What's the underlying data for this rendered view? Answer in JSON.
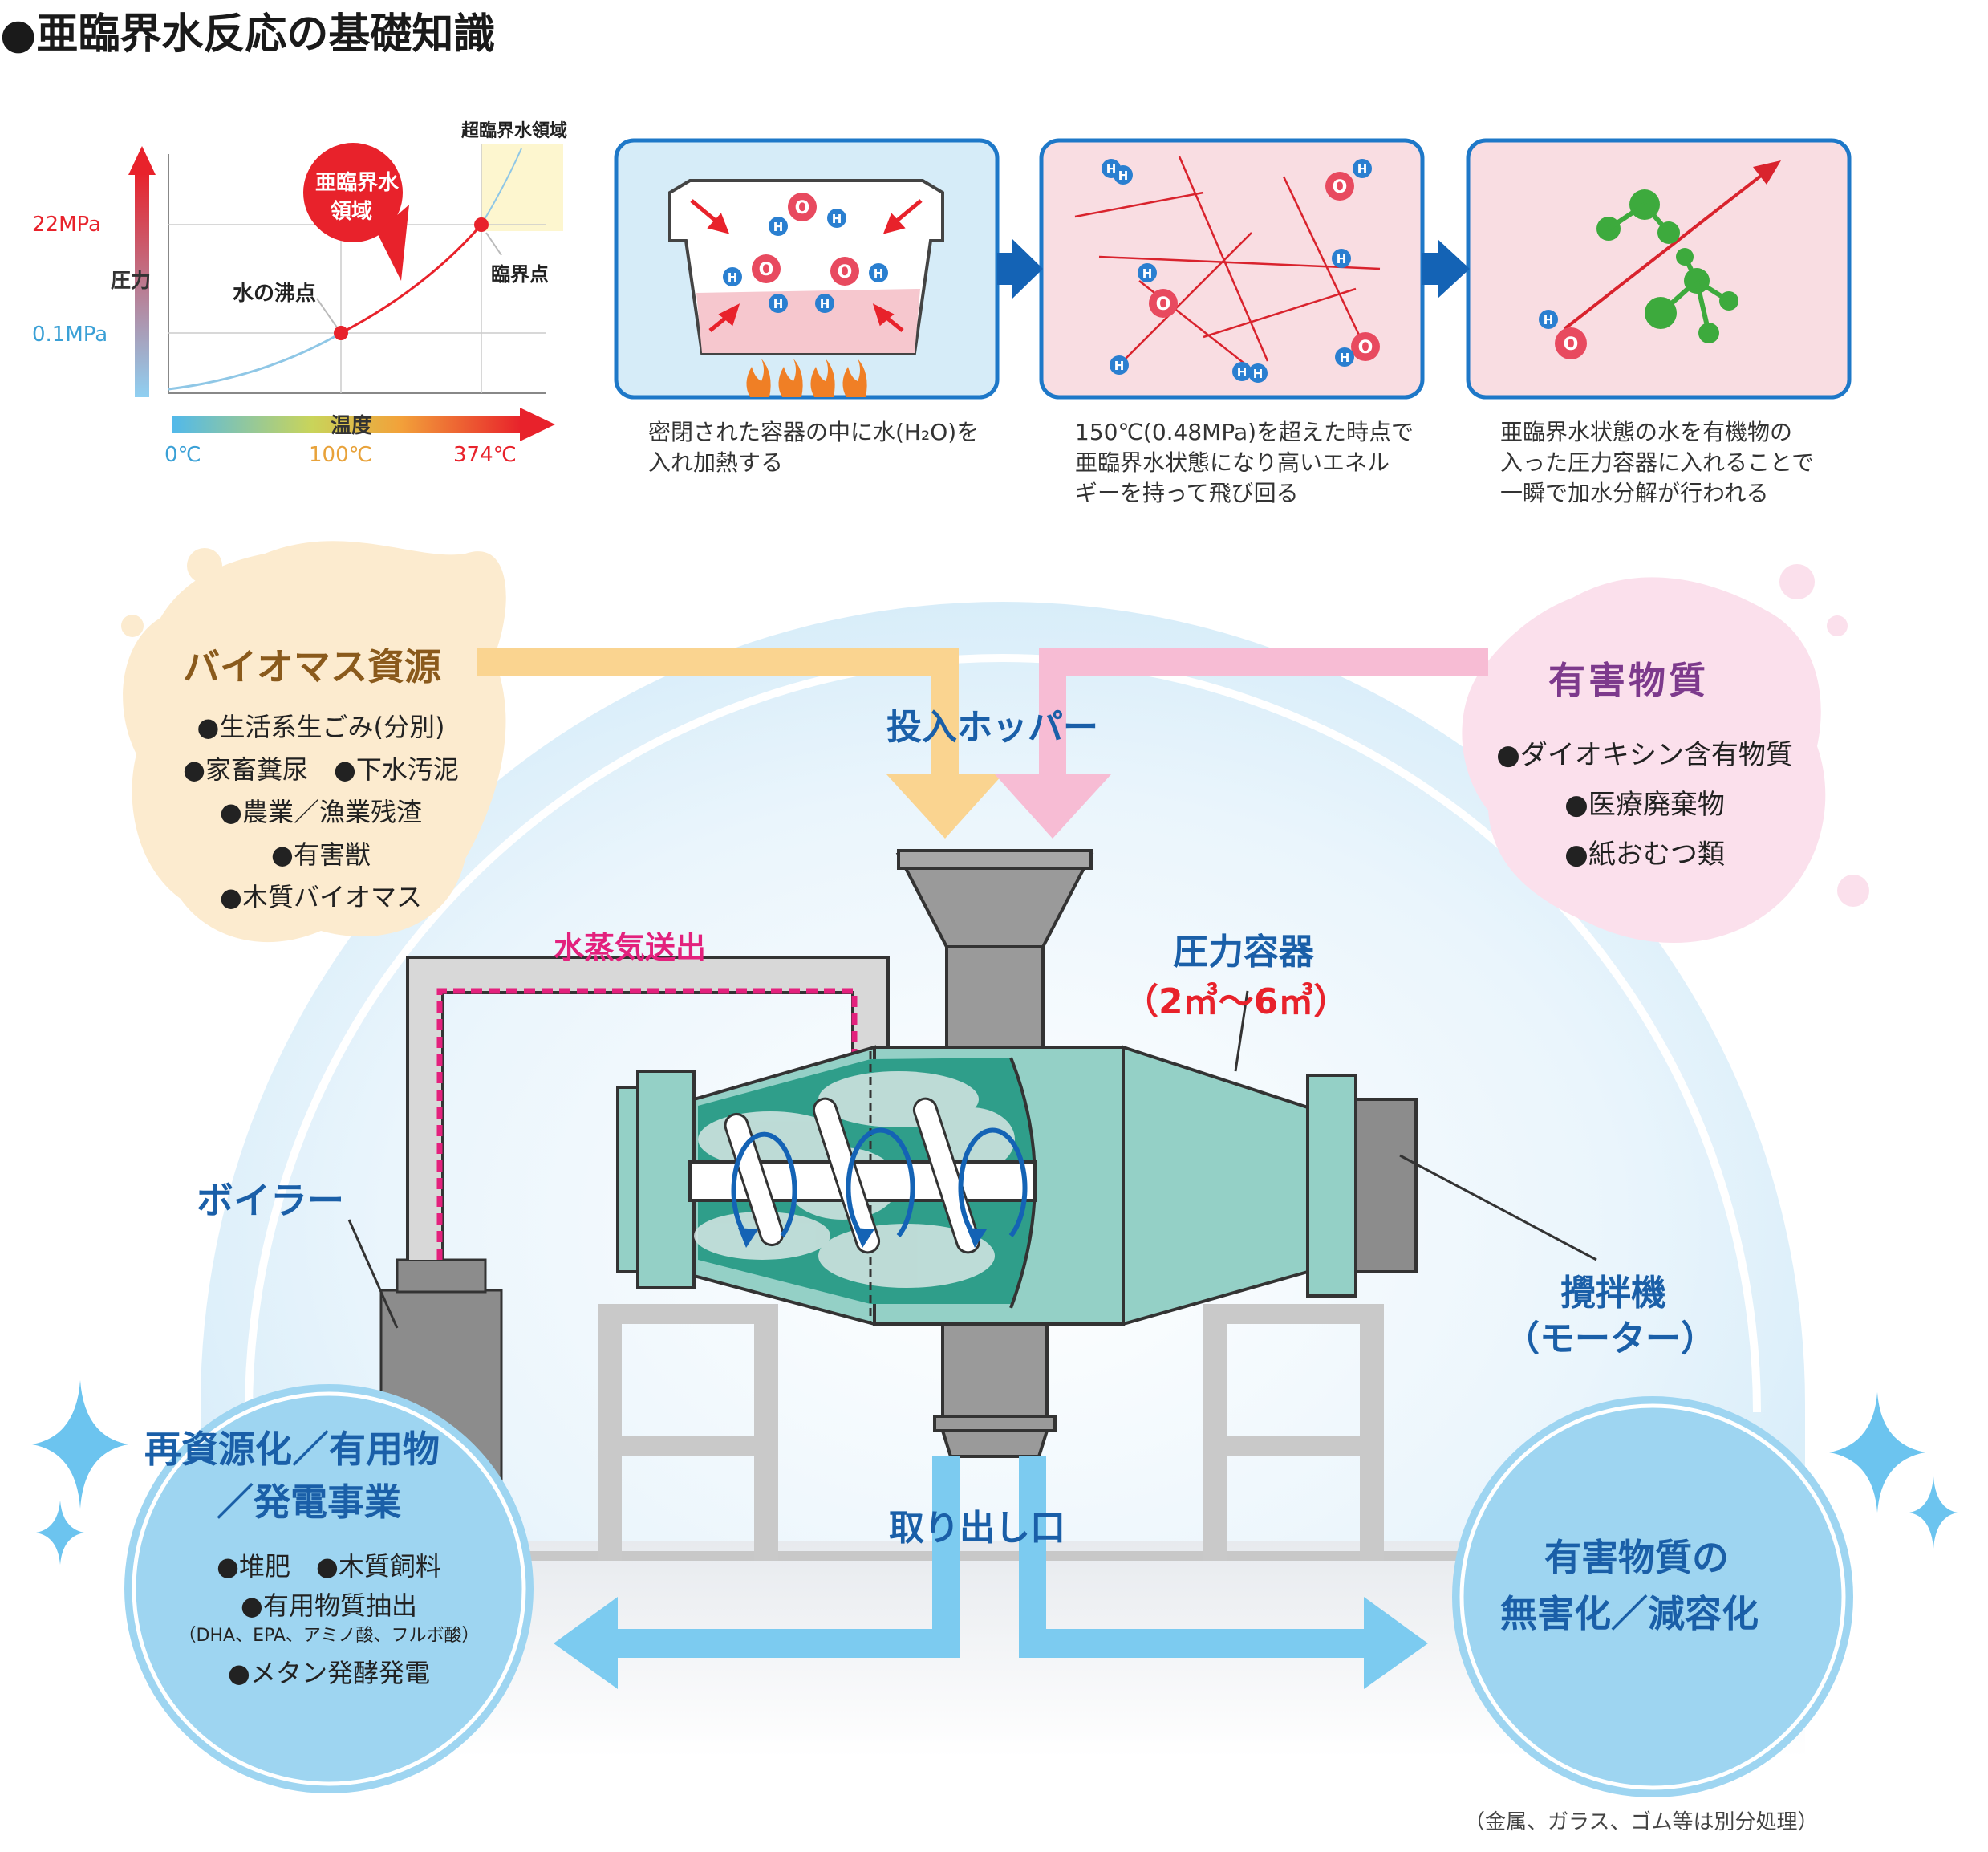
{
  "title": "●亜臨界水反応の基礎知識",
  "phase_diagram": {
    "pressure_label": "圧力",
    "p_high": "22MPa",
    "p_low": "0.1MPa",
    "temp_label": "温度",
    "t0": "0℃",
    "t100": "100℃",
    "t374": "374℃",
    "boiling_point": "水の沸点",
    "critical_point": "臨界点",
    "supercritical_region": "超臨界水領域",
    "subcritical_bubble_line1": "亜臨界水",
    "subcritical_bubble_line2": "領域"
  },
  "steps": [
    {
      "line1": "密閉された容器の中に水(H₂O)を",
      "line2": "入れ加熱する",
      "line3": ""
    },
    {
      "line1": "150℃(0.48MPa)を超えた時点で",
      "line2": "亜臨界水状態になり高いエネル",
      "line3": "ギーを持って飛び回る"
    },
    {
      "line1": "亜臨界水状態の水を有機物の",
      "line2": "入った圧力容器に入れることで",
      "line3": "一瞬で加水分解が行われる"
    }
  ],
  "molecule_letters": {
    "o": "O",
    "h": "H"
  },
  "biomass": {
    "title": "バイオマス資源",
    "items": [
      "●生活系生ごみ(分別)",
      "●家畜糞尿　●下水汚泥",
      "●農業／漁業残渣",
      "●有害獣",
      "●木質バイオマス"
    ]
  },
  "harmful": {
    "title": "有害物質",
    "items": [
      "●ダイオキシン含有物質",
      "●医療廃棄物",
      "●紙おむつ類"
    ]
  },
  "labels": {
    "hopper": "投入ホッパー",
    "steam": "水蒸気送出",
    "vessel": "圧力容器",
    "vessel_size": "（2㎥～6㎥）",
    "boiler": "ボイラー",
    "motor_line1": "攪拌機",
    "motor_line2": "（モーター）",
    "outlet": "取り出し口"
  },
  "recycle": {
    "title_line1": "再資源化／有用物",
    "title_line2": "／発電事業",
    "items": [
      "●堆肥　●木質飼料",
      "●有用物質抽出",
      "（DHA、EPA、アミノ酸、フルボ酸）",
      "●メタン発酵発電"
    ]
  },
  "detox": {
    "line1": "有害物質の",
    "line2": "無害化／減容化"
  },
  "footnote": "（金属、ガラス、ゴム等は別分処理）",
  "colors": {
    "red": "#e8222b",
    "teal": "#94d0c6",
    "blue": "#1a5fa8",
    "sky": "#9ed5f1",
    "orange": "#f9d48c",
    "pink": "#f4b7cf",
    "gray": "#9a9a9a",
    "magenta": "#e3217d"
  }
}
